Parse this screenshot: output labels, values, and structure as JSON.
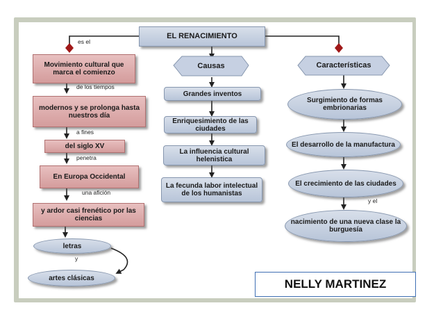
{
  "title": "EL RENACIMIENTO",
  "left_column": {
    "n1": "Movimiento cultural que marca el comienzo",
    "n2": "modernos y se prolonga hasta nuestros día",
    "n3": "del siglo XV",
    "n4": "En Europa Occidental",
    "n5": "y ardor casi frenético por las ciencias",
    "n6": "letras",
    "n7": "artes clásicas"
  },
  "middle_column": {
    "head": "Causas",
    "n1": "Grandes inventos",
    "n2": "Enriquesimiento de las ciudades",
    "n3": "La influencia cultural helenistica",
    "n4": "La fecunda labor intelectual de los humanistas"
  },
  "right_column": {
    "head": "Características",
    "n1": "Surgimiento de formas embrionarias",
    "n2": "El desarrollo de la manufactura",
    "n3": "El crecimiento de las ciudades",
    "n4": "nacimiento de una nueva clase la burguesía"
  },
  "connectors": {
    "es_el": "es el",
    "de_los_tiempos": "de los tiempos",
    "a_fines": "a fines",
    "penetra": "penetra",
    "una_aficion": "una afición",
    "y_left": "y",
    "y_el": "y el"
  },
  "author": "NELLY MARTINEZ",
  "colors": {
    "node_blue": "#c8d2e3",
    "node_red": "#dca8a8",
    "frame": "#c8cdbe",
    "author_border": "#3f6fb3"
  }
}
